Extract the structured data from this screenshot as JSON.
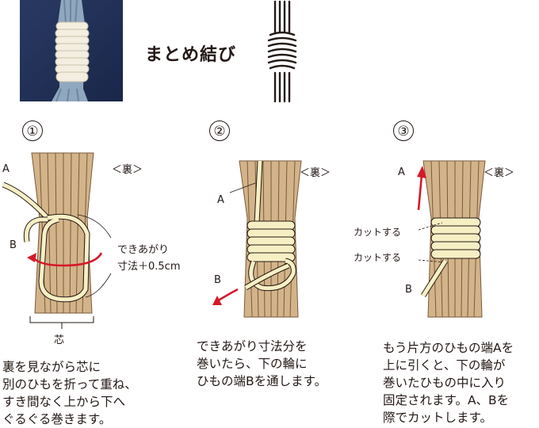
{
  "title": "まとめ結び",
  "steps": [
    {
      "number": "①",
      "back_label": "＜裏＞",
      "label_a": "A",
      "label_b": "B",
      "finished_size": "できあがり\n寸法＋0.5cm",
      "core_label": "芯",
      "caption": "裏を見ながら芯に\n別のひもを折って重ね、\nすき間なく上から下へ\nぐるぐる巻きます。"
    },
    {
      "number": "②",
      "back_label": "＜裏＞",
      "label_a": "A",
      "label_b": "B",
      "caption": "できあがり寸法分を\n巻いたら、下の輪に\nひもの端Bを通します。"
    },
    {
      "number": "③",
      "back_label": "＜裏＞",
      "label_a": "A",
      "label_b": "B",
      "cut_top": "カットする",
      "cut_bottom": "カットする",
      "caption": "もう片方のひもの端Aを\n上に引くと、下の輪が\n巻いたひもの中に入り\n固定されます。A、Bを\n際でカットします。"
    }
  ],
  "colors": {
    "cord": "#f7efc4",
    "tassel": "#d3b48a",
    "tassel_line": "#7a5a3a",
    "arrow": "#d7192a",
    "photo_bg": "#1e2d54",
    "ink": "#231815"
  }
}
